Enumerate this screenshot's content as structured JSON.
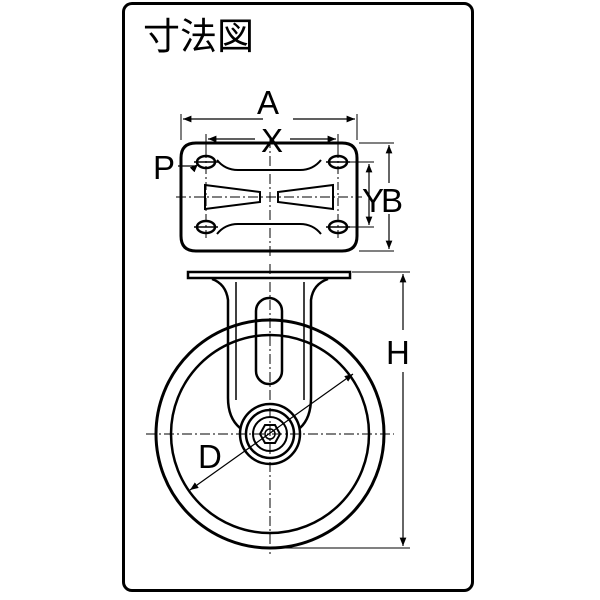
{
  "title": "寸法図",
  "labels": {
    "A": "A",
    "X": "X",
    "P": "P",
    "Y": "Y",
    "B": "B",
    "H": "H",
    "D": "D"
  },
  "colors": {
    "line": "#000000",
    "background": "#ffffff"
  }
}
